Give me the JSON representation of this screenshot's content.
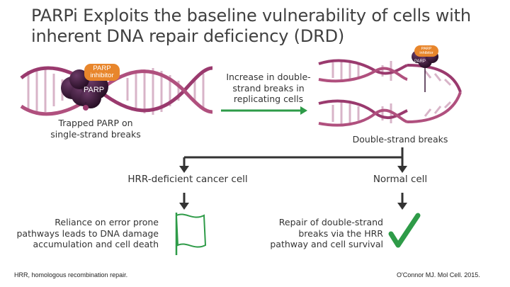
{
  "title": "PARPi Exploits the baseline vulnerability of cells with inherent  DNA repair deficiency (DRD)",
  "labels": {
    "parp_inhibitor_left": "PARP inhibitor",
    "parp_left": "PARP",
    "parp_inhibitor_right": "PARP inhibitor",
    "parp_right": "PARP",
    "trapped": "Trapped PARP on single-strand breaks",
    "increase": "Increase in double-strand breaks in replicating cells",
    "double_strand": "Double-strand breaks",
    "hrr_deficient": "HRR-deficient cancer cell",
    "normal": "Normal cell",
    "reliance": "Reliance on error prone pathways leads to DNA damage accumulation and cell death",
    "repair": "Repair of double-strand breaks via the HRR pathway and cell survival",
    "footnote": "HRR, homologous recombination repair.",
    "citation": "O'Connor MJ. Mol Cell. 2015."
  },
  "colors": {
    "helix_backbone": "#9a3a6e",
    "helix_rung": "#d8b4c8",
    "parp_protein": "#3a1838",
    "inhibitor_pill": "#e8862c",
    "arrow_green": "#2e9b48",
    "flowchart_line": "#333333",
    "check_green": "#2e9b48"
  },
  "icons": {
    "death_flag": "white-flag-icon",
    "survival_check": "checkmark-icon"
  }
}
